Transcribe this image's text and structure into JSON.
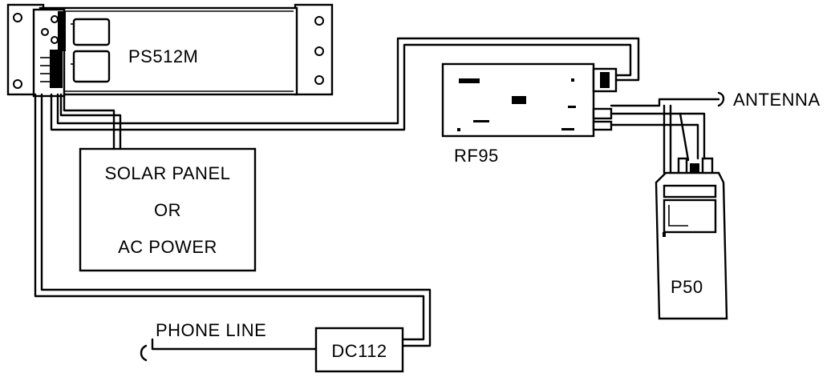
{
  "components": {
    "power_supply": {
      "label": "PS512M"
    },
    "radio_modem": {
      "label": "RF95"
    },
    "power_source": {
      "line1": "SOLAR PANEL",
      "line2": "OR",
      "line3": "AC POWER"
    },
    "radio": {
      "label": "P50"
    },
    "phone_modem": {
      "label": "DC112"
    }
  },
  "connections": {
    "antenna": {
      "label": "ANTENNA"
    },
    "phone_line": {
      "label": "PHONE LINE"
    }
  }
}
